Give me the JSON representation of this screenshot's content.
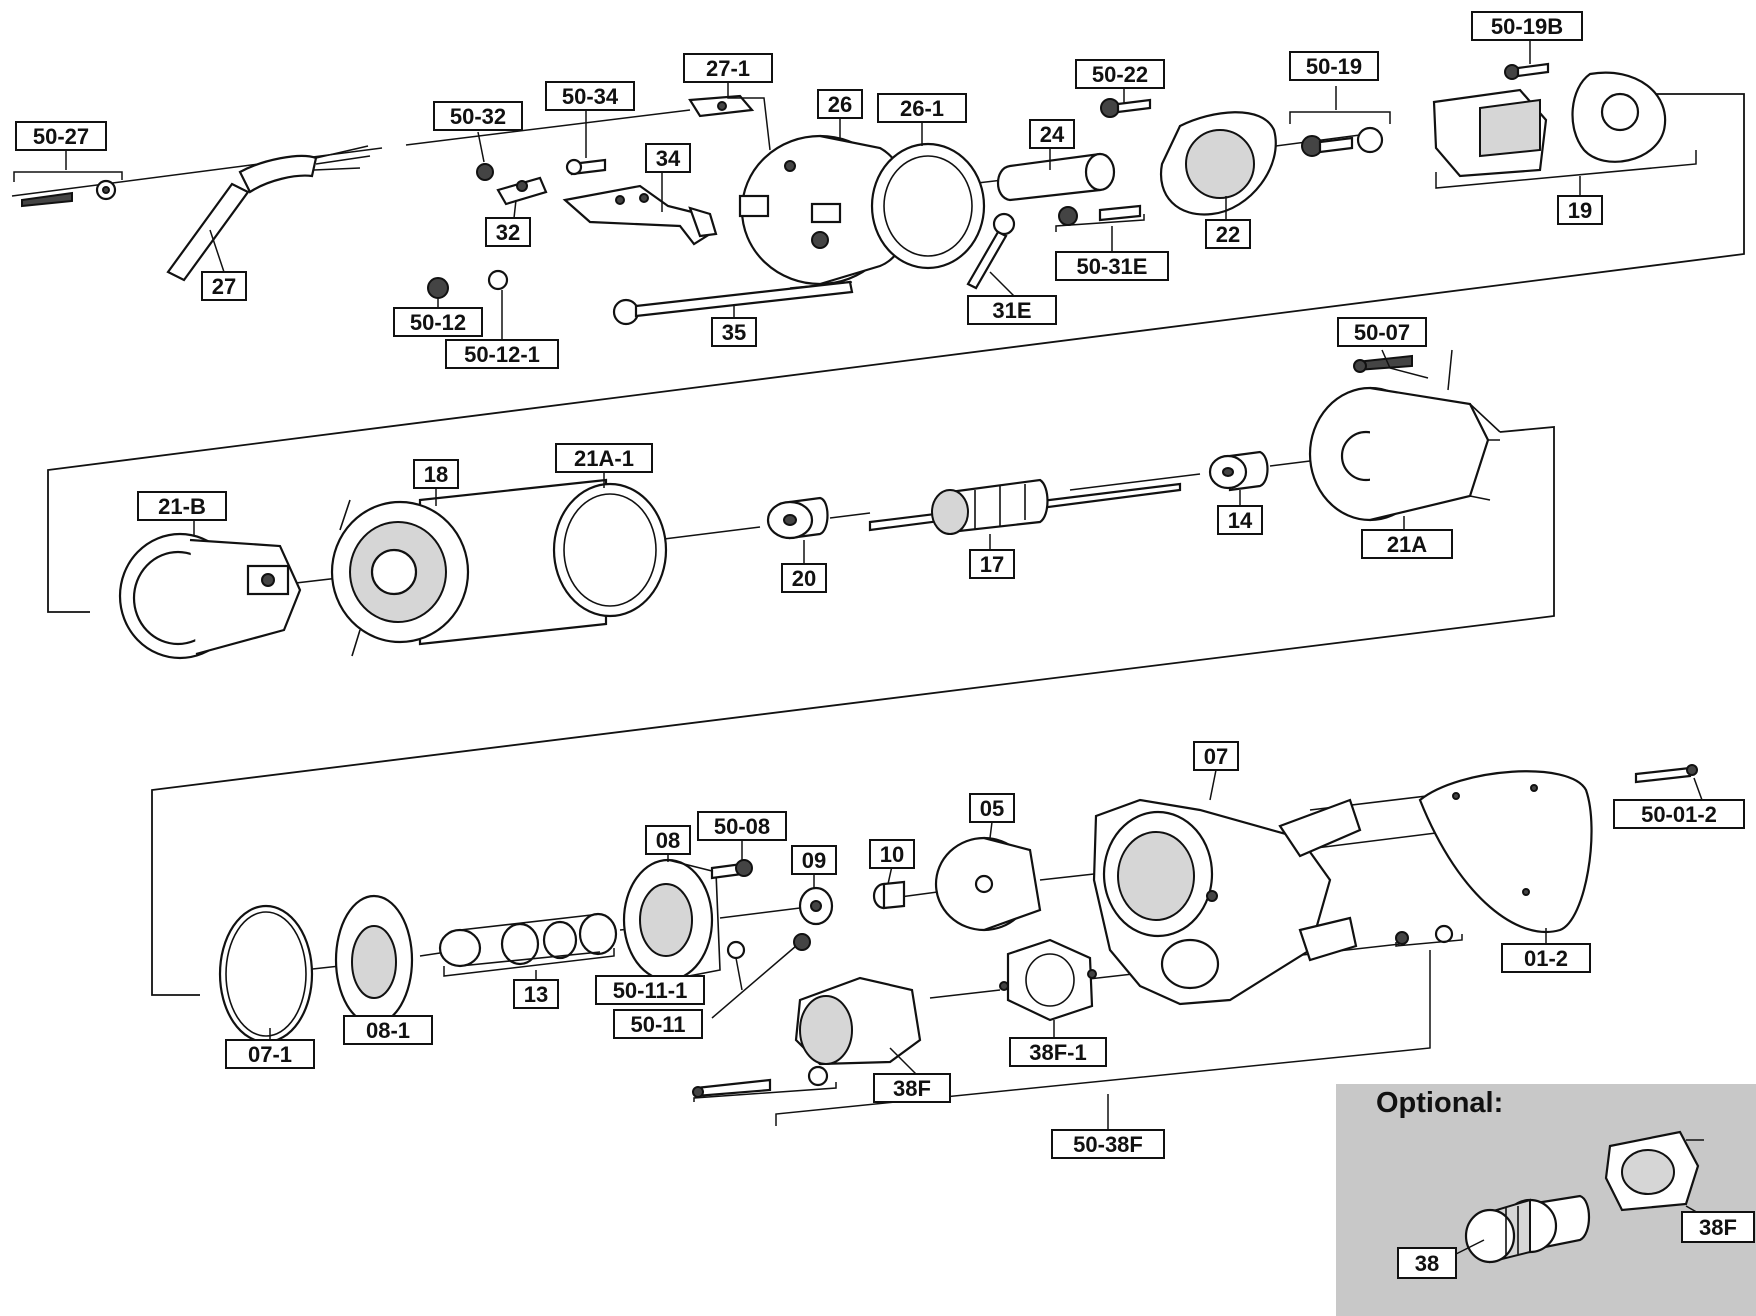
{
  "optional_panel": {
    "title": "Optional:"
  },
  "labels": {
    "l50_27": "50-27",
    "l27": "27",
    "l50_32": "50-32",
    "l32": "32",
    "l50_34": "50-34",
    "l34": "34",
    "l27_1": "27-1",
    "l26": "26",
    "l26_1": "26-1",
    "l24": "24",
    "l50_22": "50-22",
    "l22": "22",
    "l50_19": "50-19",
    "l50_19b": "50-19B",
    "l19": "19",
    "l50_12": "50-12",
    "l50_12_1": "50-12-1",
    "l35": "35",
    "l31e": "31E",
    "l50_31e": "50-31E",
    "l50_07": "50-07",
    "l21b": "21-B",
    "l18": "18",
    "l21a_1": "21A-1",
    "l20": "20",
    "l17": "17",
    "l14": "14",
    "l21a": "21A",
    "l07": "07",
    "l50_01_2": "50-01-2",
    "l05": "05",
    "l08": "08",
    "l50_08": "50-08",
    "l09": "09",
    "l10": "10",
    "l01_2": "01-2",
    "l07_1": "07-1",
    "l08_1": "08-1",
    "l13": "13",
    "l50_11_1": "50-11-1",
    "l50_11": "50-11",
    "l38f_1": "38F-1",
    "l38f": "38F",
    "l50_38f": "50-38F",
    "l38": "38",
    "l38f_opt": "38F"
  }
}
